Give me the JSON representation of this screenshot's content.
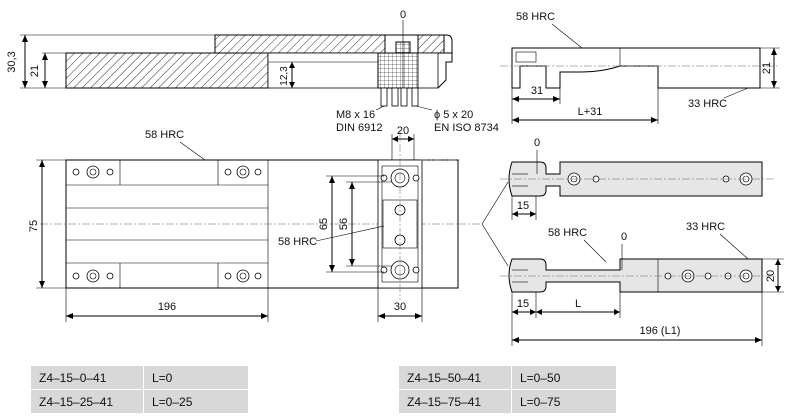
{
  "top_view": {
    "dim_height_total": "30,3",
    "dim_height_body": "21",
    "dim_height_small": "12,3",
    "zero_mark": "0",
    "callout_screw_size": "M8 x 16",
    "callout_screw_norm": "DIN 6912",
    "callout_pin_size": "ϕ 5 x 20",
    "callout_pin_norm": "EN ISO 8734"
  },
  "side_view_top": {
    "hardness_label_a": "58 HRC",
    "hardness_label_b": "33 HRC",
    "dim_31": "31",
    "dim_l31": "L+31",
    "dim_21": "21"
  },
  "main_view": {
    "hardness_label_top": "58 HRC",
    "hardness_label_mid": "58 HRC",
    "dim_75": "75",
    "dim_65": "65",
    "dim_56": "56",
    "dim_20": "20",
    "dim_30": "30",
    "dim_196": "196"
  },
  "right_views": {
    "zero_mark_top": "0",
    "dim_15_top": "15",
    "hardness_58": "58 HRC",
    "zero_mark_bottom": "0",
    "hardness_33": "33 HRC",
    "dim_20": "20",
    "dim_15_bottom": "15",
    "dim_L": "L",
    "dim_196_l1": "196 (L1)"
  },
  "table_left": [
    {
      "code": "Z4–15–0–41",
      "range": "L=0"
    },
    {
      "code": "Z4–15–25–41",
      "range": "L=0–25"
    }
  ],
  "table_right": [
    {
      "code": "Z4–15–50–41",
      "range": "L=0–50"
    },
    {
      "code": "Z4–15–75–41",
      "range": "L=0–75"
    }
  ]
}
